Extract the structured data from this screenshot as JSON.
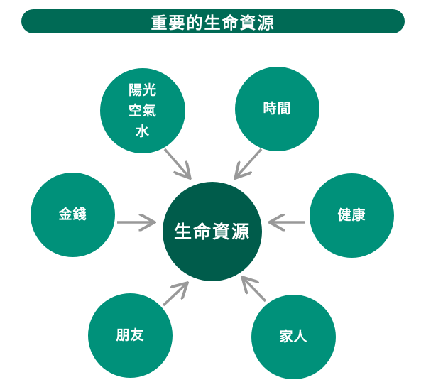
{
  "title": "重要的生命資源",
  "center": {
    "label": "生命資源"
  },
  "nodes": [
    {
      "id": "sun-air-water",
      "lines": [
        "陽光",
        "空氣",
        "水"
      ]
    },
    {
      "id": "time",
      "lines": [
        "時間"
      ]
    },
    {
      "id": "money",
      "lines": [
        "金錢"
      ]
    },
    {
      "id": "health",
      "lines": [
        "健康"
      ]
    },
    {
      "id": "friends",
      "lines": [
        "朋友"
      ]
    },
    {
      "id": "family",
      "lines": [
        "家人"
      ]
    }
  ],
  "colors": {
    "title_bg": "#006a55",
    "node_fill": "#00917a",
    "center_fill": "#005c4b",
    "arrow": "#999999"
  }
}
